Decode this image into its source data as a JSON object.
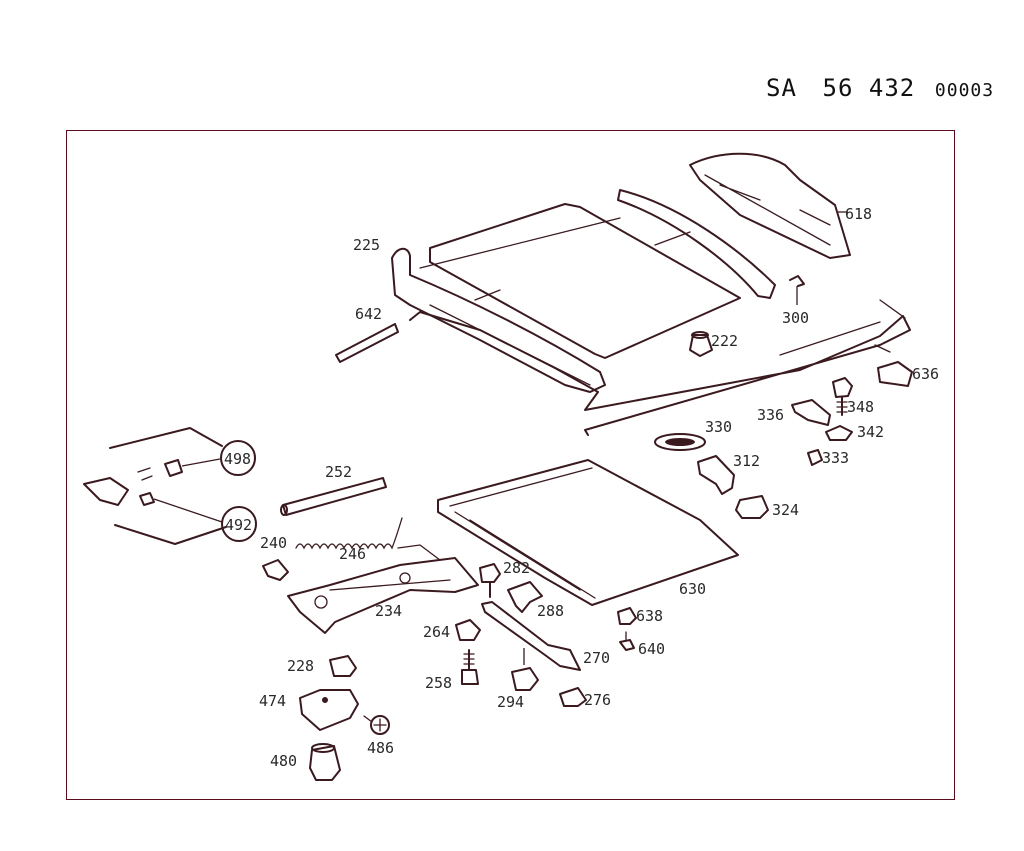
{
  "header": {
    "prefix": "SA",
    "number": "56 432",
    "suffix": "00003"
  },
  "callouts": {
    "c618": "618",
    "c225": "225",
    "c642": "642",
    "c300": "300",
    "c222": "222",
    "c636": "636",
    "c336": "336",
    "c348": "348",
    "c342": "342",
    "c330": "330",
    "c312": "312",
    "c333": "333",
    "c324": "324",
    "c498": "498",
    "c492": "492",
    "c252": "252",
    "c240": "240",
    "c246": "246",
    "c282": "282",
    "c288": "288",
    "c630": "630",
    "c234": "234",
    "c638": "638",
    "c264": "264",
    "c640": "640",
    "c270": "270",
    "c228": "228",
    "c258": "258",
    "c294": "294",
    "c276": "276",
    "c474": "474",
    "c486": "486",
    "c480": "480"
  }
}
